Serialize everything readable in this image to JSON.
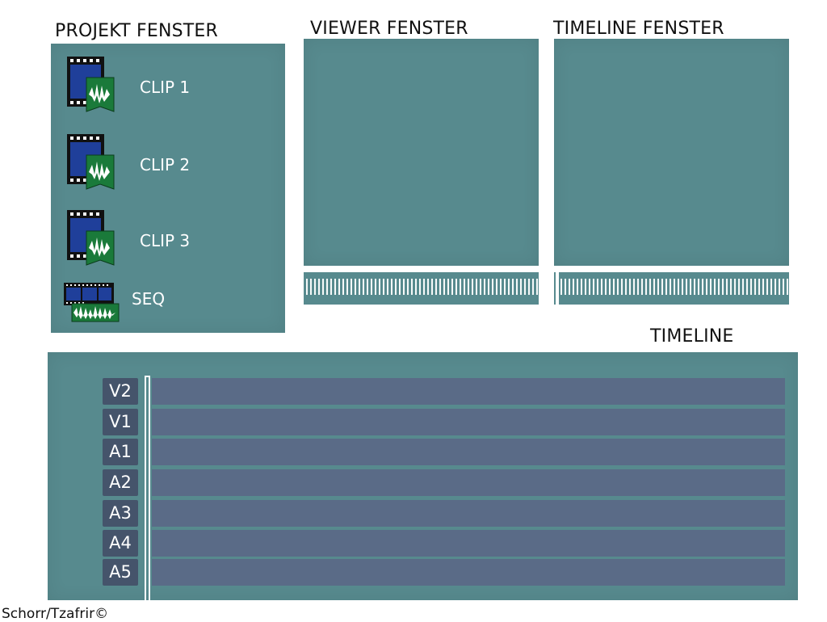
{
  "titles": {
    "project": "PROJEKT FENSTER",
    "viewer": "VIEWER FENSTER",
    "timeline_window": "TIMELINE FENSTER",
    "timeline": "TIMELINE"
  },
  "project_items": [
    {
      "label": "CLIP 1",
      "icon": "av-clip-icon"
    },
    {
      "label": "CLIP 2",
      "icon": "av-clip-icon"
    },
    {
      "label": "CLIP 3",
      "icon": "av-clip-icon"
    },
    {
      "label": "SEQ",
      "icon": "sequence-icon"
    }
  ],
  "tracks": [
    "V2",
    "V1",
    "A1",
    "A2",
    "A3",
    "A4",
    "A5"
  ],
  "credit": "Schorr/Tzafrir©",
  "colors": {
    "panel": "#578a8e",
    "track_bar": "#5a6b87",
    "track_label": "#45546b",
    "film_blue": "#1f3f9a",
    "audio_green": "#1a7a3a"
  }
}
